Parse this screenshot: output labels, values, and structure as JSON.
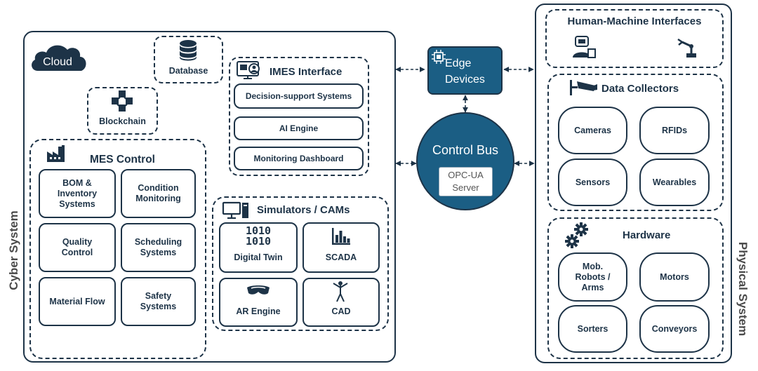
{
  "cyber": {
    "side_label": "Cyber System",
    "cloud": "Cloud",
    "database": "Database",
    "blockchain": "Blockchain",
    "imes": {
      "title": "IMES Interface",
      "items": [
        "Decision-support Systems",
        "AI Engine",
        "Monitoring Dashboard"
      ]
    },
    "mes": {
      "title": "MES Control",
      "items": [
        "BOM &\nInventory\nSystems",
        "Condition\nMonitoring",
        "Quality\nControl",
        "Scheduling\nSystems",
        "Material Flow",
        "Safety\nSystems"
      ]
    },
    "sims": {
      "title": "Simulators / CAMs",
      "items": [
        "Digital Twin",
        "SCADA",
        "AR Engine",
        "CAD"
      ]
    }
  },
  "middle": {
    "edge": "Edge\nDevices",
    "control_bus": "Control Bus",
    "opc": "OPC-UA\nServer"
  },
  "physical": {
    "side_label": "Physical System",
    "hmi_title": "Human-Machine Interfaces",
    "collectors": {
      "title": "Data Collectors",
      "items": [
        "Cameras",
        "RFIDs",
        "Sensors",
        "Wearables"
      ]
    },
    "hardware": {
      "title": "Hardware",
      "items": [
        "Mob.\nRobots /\nArms",
        "Motors",
        "Sorters",
        "Conveyors"
      ]
    }
  },
  "colors": {
    "dark": "#1d3347",
    "accent": "#1b5e84",
    "side_text": "#4a4a4a"
  },
  "icons": [
    "cloud-icon",
    "database-icon",
    "blockchain-icon",
    "monitor-user-icon",
    "factory-icon",
    "computer-icon",
    "binary-icon",
    "bar-chart-icon",
    "vr-headset-icon",
    "human-figure-icon",
    "chip-icon",
    "cctv-camera-icon",
    "gears-icon",
    "operator-icon",
    "robot-arm-icon"
  ]
}
